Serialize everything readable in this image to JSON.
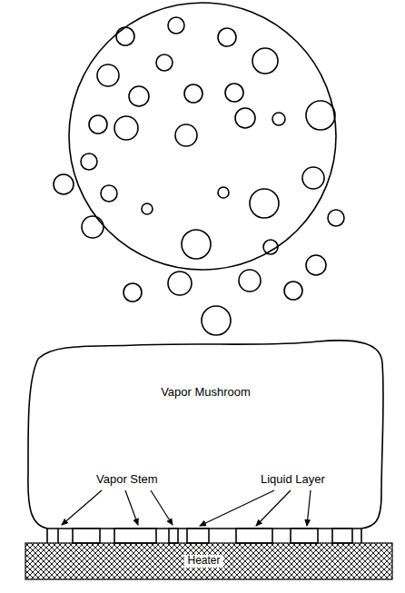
{
  "diagram": {
    "nodes": [
      {
        "text": [
          "Vapor Mushroom"
        ]
      },
      {
        "text": [
          "Heater"
        ]
      }
    ],
    "labels": [
      "Vapor Stem",
      "Liquid Layer"
    ]
  }
}
